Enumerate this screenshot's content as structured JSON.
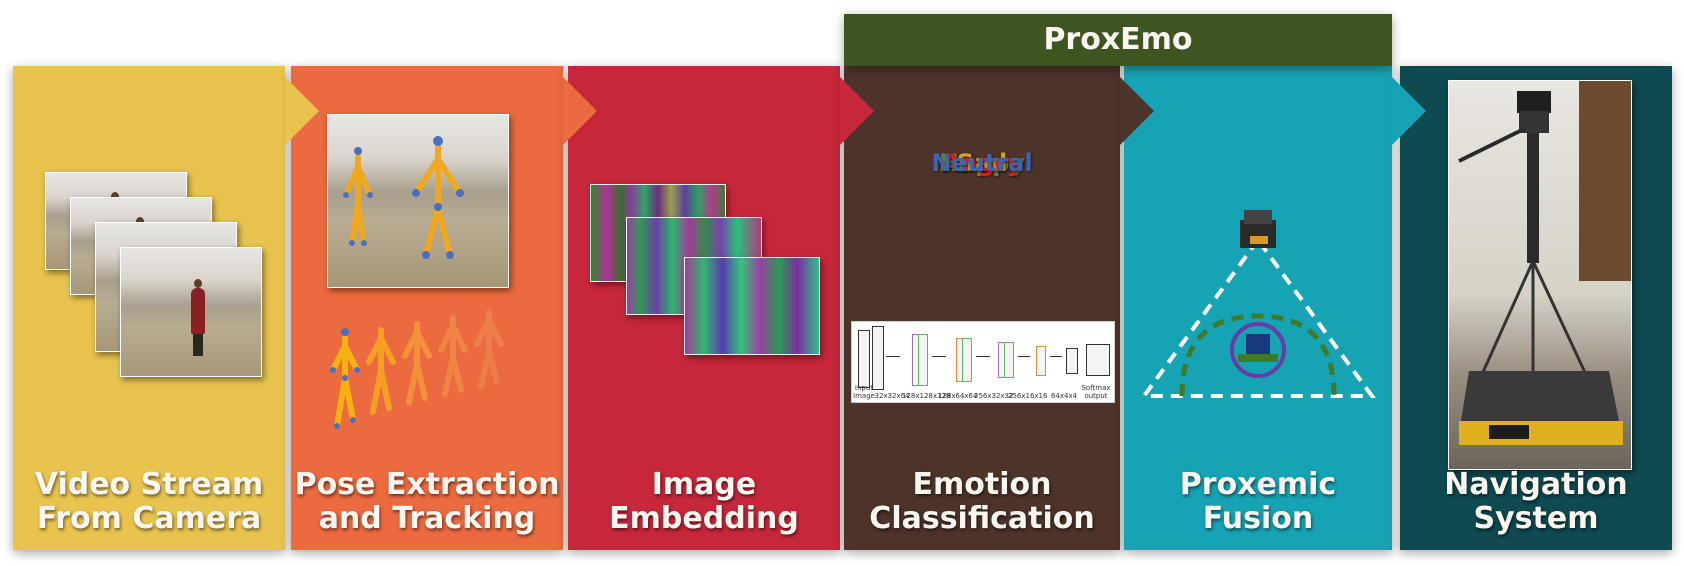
{
  "header": {
    "label": "ProxEmo"
  },
  "stages": [
    {
      "id": "video",
      "label": "Video Stream\nFrom Camera",
      "color": "#e8c34e"
    },
    {
      "id": "pose",
      "label": "Pose Extraction\nand Tracking",
      "color": "#eb6a3f"
    },
    {
      "id": "embed",
      "label": "Image\nEmbedding",
      "color": "#c7273b"
    },
    {
      "id": "emotion",
      "label": "Emotion\nClassification",
      "color": "#4d3329"
    },
    {
      "id": "fusion",
      "label": "Proxemic Fusion",
      "color": "#16a3b4"
    },
    {
      "id": "nav",
      "label": "Navigation\nSystem",
      "color": "#0e4a50"
    }
  ],
  "emotions": [
    {
      "label": "Happy",
      "color": "#5e8a3a"
    },
    {
      "label": "Sad",
      "color": "#d4a220"
    },
    {
      "label": "Angry",
      "color": "#e81c1c"
    },
    {
      "label": "Neutral",
      "color": "#3c64b4"
    }
  ],
  "network": {
    "captions": [
      "Input Image",
      "32x32x64",
      "128x128x128",
      "128x64x64",
      "256x32x32",
      "256x16x16",
      "64x4x4",
      "Softmax output"
    ]
  }
}
